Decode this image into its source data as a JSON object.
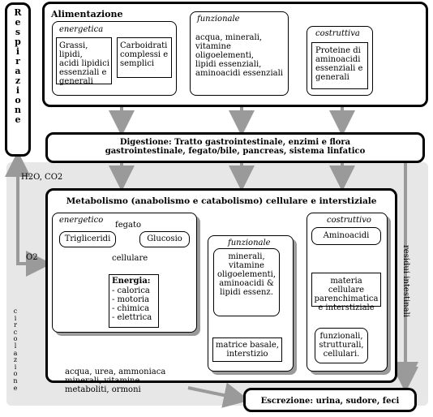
{
  "respirazione": {
    "letters": "R\ne\ns\np\ni\nr\na\nz\ni\no\nn\ne"
  },
  "alimentazione": {
    "title": "Alimentazione",
    "energetica": {
      "label": "energetica",
      "grassi": "Grassi, lipidi,\nacidi lipidici\nessenziali e\ngenerali",
      "carboidrati": "Carboidrati\ncomplessi e\nsemplici"
    },
    "funzionale": {
      "label": "funzionale",
      "items": "acqua, minerali,\nvitamine\noligoelementi,\nlipidi essenziali,\naminoacidi essenziali"
    },
    "costruttiva": {
      "label": "costruttiva",
      "items": "Proteine di\naminoacidi\nessenziali e\ngenerali"
    }
  },
  "digestione": {
    "text": "Digestione: Tratto gastrointestinale, enzimi e flora\ngastrointestinale, fegato/bile, pancreas, sistema linfatico"
  },
  "labels": {
    "h2o_co2": "H2O, CO2",
    "o2": "O2",
    "circolazione": "c\ni\nr\nc\no\nl\na\nz\ni\no\nn\ne",
    "residui": "residui intestinali"
  },
  "metabolismo": {
    "title": "Metabolismo (anabolismo e catabolismo) cellulare e interstiziale",
    "energetico": {
      "label": "energetico",
      "fegato": "fegato",
      "trigliceridi": "Trigliceridi",
      "glucosio": "Glucosio",
      "cellulare": "cellulare",
      "energia_title": "Energia:",
      "energia_items": "- calorica\n- motoria\n- chimica\n- elettrica"
    },
    "funzionale": {
      "label": "funzionale",
      "items": "minerali,\nvitamine\noligoelementi,\naminoacidi &\nlipidi essenz.",
      "matrice": "matrice basale,\ninterstizio"
    },
    "costruttivo": {
      "label": "costruttivo",
      "aminoacidi": "Aminoacidi",
      "materia": "materia cellulare\nparenchimatica\ne interstiziale",
      "funzionali": "funzionali,\nstrutturali,\ncellulari."
    }
  },
  "excretion_note": "acqua, urea, ammoniaca\nminerali, vitamine\nmetaboliti, ormoni",
  "escrezione": {
    "text": "Escrezione: urina, sudore, feci"
  }
}
